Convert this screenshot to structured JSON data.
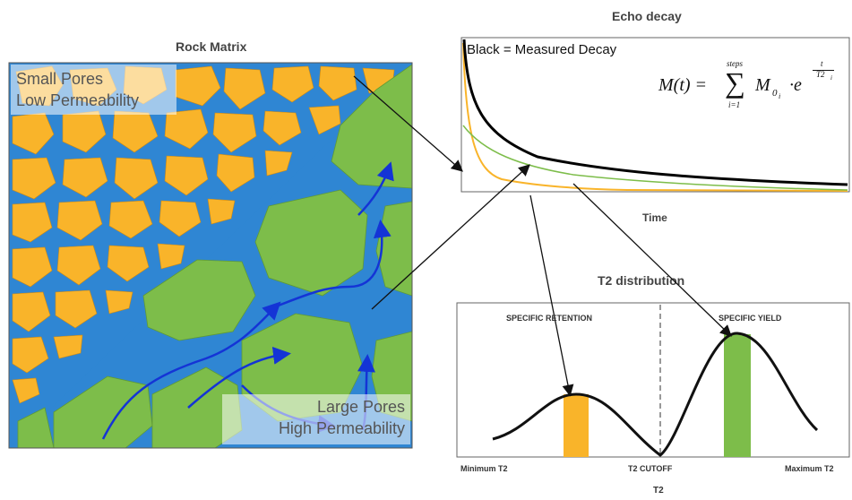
{
  "rock_panel": {
    "title": "Rock Matrix",
    "small_pores_line1": "Small Pores",
    "small_pores_line2": "Low Permeability",
    "large_pores_line1": "Large Pores",
    "large_pores_line2": "High Permeability"
  },
  "echo_panel": {
    "title": "Echo decay",
    "legend": "Black = Measured Decay",
    "xlabel": "Time",
    "formula": {
      "lhs": "M(t) =",
      "sum_top": "steps",
      "sum_bottom": "i=1",
      "term": "M",
      "term_sub": "0",
      "term_sub2": "i",
      "dot_e": "·e",
      "exp_num": "t",
      "exp_den": "T2",
      "exp_den_sub": "i"
    }
  },
  "t2_panel": {
    "title": "T2 distribution",
    "specific_retention": "SPECIFIC RETENTION",
    "specific_yield": "SPECIFIC YIELD",
    "min_label": "Minimum T2",
    "cutoff_label": "T2 CUTOFF",
    "max_label": "Maximum T2",
    "xlabel": "T2"
  },
  "colors": {
    "water": "#2f86d3",
    "small_grain": "#f9b42a",
    "large_grain": "#7dbd4a",
    "flow_arrow": "#1434d6",
    "total_decay": "#000000",
    "retention_bar": "#f9b42a",
    "yield_bar": "#7dbd4a"
  }
}
